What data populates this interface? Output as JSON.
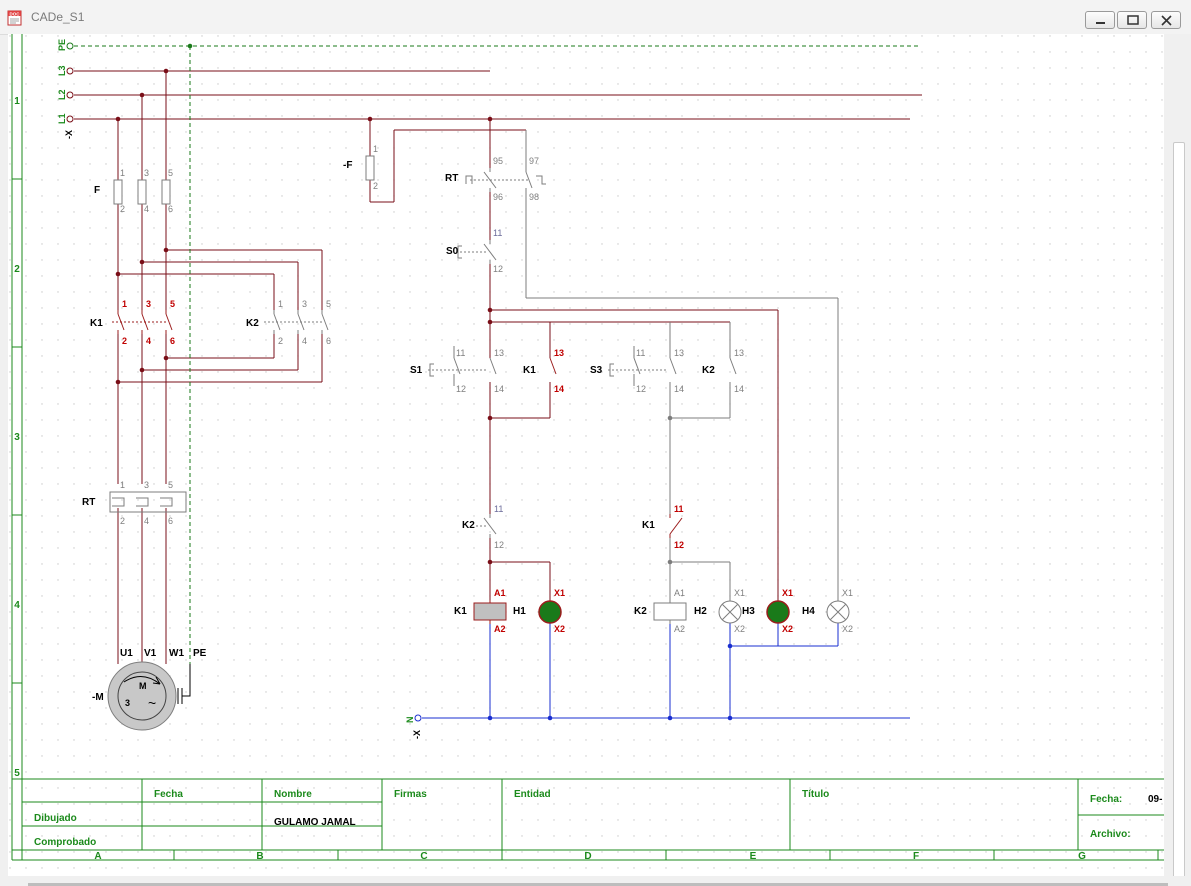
{
  "window": {
    "title": "CADe_S1",
    "icon_label": "DOC",
    "minimize_icon": "minimize-icon",
    "maximize_icon": "restore-icon",
    "close_icon": "close-icon"
  },
  "colors": {
    "power": "#7a0f18",
    "control_red": "#9b1c1c",
    "neutral": "#1a2fd0",
    "earth": "#1a7a1a",
    "device": "#7d7d7d",
    "frame_green": "#1b8a1b",
    "label_red": "#c00000",
    "label_gray": "#7f7f7f",
    "label_blue_gray": "#6b6b9a"
  },
  "bus": {
    "pe": "PE",
    "l3": "L3",
    "l2": "L2",
    "l1": "L1",
    "x_top": "-X",
    "n": "N",
    "x_bottom": "-X"
  },
  "row_numbers": [
    "1",
    "2",
    "3",
    "4",
    "5"
  ],
  "col_letters": [
    "A",
    "B",
    "C",
    "D",
    "E",
    "F",
    "G"
  ],
  "power": {
    "fuse_name": "F",
    "fuse_top": [
      "1",
      "3",
      "5"
    ],
    "fuse_bot": [
      "2",
      "4",
      "6"
    ],
    "k1_name": "K1",
    "k1_top": [
      "1",
      "3",
      "5"
    ],
    "k1_bot": [
      "2",
      "4",
      "6"
    ],
    "k2_name": "K2",
    "k2_top": [
      "1",
      "3",
      "5"
    ],
    "k2_bot": [
      "2",
      "4",
      "6"
    ],
    "rt_name": "RT",
    "rt_top": [
      "1",
      "3",
      "5"
    ],
    "rt_bot": [
      "2",
      "4",
      "6"
    ],
    "terminals": [
      "U1",
      "V1",
      "W1",
      "PE"
    ],
    "motor_name": "-M",
    "motor_m": "M",
    "motor_phases": "3",
    "motor_ac": "~"
  },
  "control": {
    "f_name": "-F",
    "f_top": "1",
    "f_bot": "2",
    "rt_name": "RT",
    "rt_nc": [
      "95",
      "96"
    ],
    "rt_no": [
      "97",
      "98"
    ],
    "s0_name": "S0",
    "s0_pins": [
      "11",
      "12"
    ],
    "s1_name": "S1",
    "s1_nc": [
      "11",
      "12"
    ],
    "s1_no": [
      "13",
      "14"
    ],
    "k1_seal_name": "K1",
    "k1_seal_pins": [
      "13",
      "14"
    ],
    "s3_name": "S3",
    "s3_nc": [
      "11",
      "12"
    ],
    "s3_no": [
      "13",
      "14"
    ],
    "k2_seal_name": "K2",
    "k2_seal_pins": [
      "13",
      "14"
    ],
    "k2_interlock_name": "K2",
    "k2_interlock_pins": [
      "11",
      "12"
    ],
    "k1_interlock_name": "K1",
    "k1_interlock_pins": [
      "11",
      "12"
    ],
    "k1_coil_name": "K1",
    "k1_coil_pins": [
      "A1",
      "A2"
    ],
    "k2_coil_name": "K2",
    "k2_coil_pins": [
      "A1",
      "A2"
    ],
    "lamps": [
      {
        "name": "H1",
        "pins": [
          "X1",
          "X2"
        ],
        "state": "on"
      },
      {
        "name": "H2",
        "pins": [
          "X1",
          "X2"
        ],
        "state": "off"
      },
      {
        "name": "H3",
        "pins": [
          "X1",
          "X2"
        ],
        "state": "on"
      },
      {
        "name": "H4",
        "pins": [
          "X1",
          "X2"
        ],
        "state": "off"
      }
    ]
  },
  "titleblock": {
    "fecha_header": "Fecha",
    "nombre_header": "Nombre",
    "firmas_header": "Firmas",
    "entidad_header": "Entidad",
    "titulo_header": "Título",
    "dibujado": "Dibujado",
    "comprobado": "Comprobado",
    "drawn_by": "GULAMO JAMAL",
    "fecha_label": "Fecha:",
    "fecha_value": "09-",
    "archivo_label": "Archivo:"
  }
}
